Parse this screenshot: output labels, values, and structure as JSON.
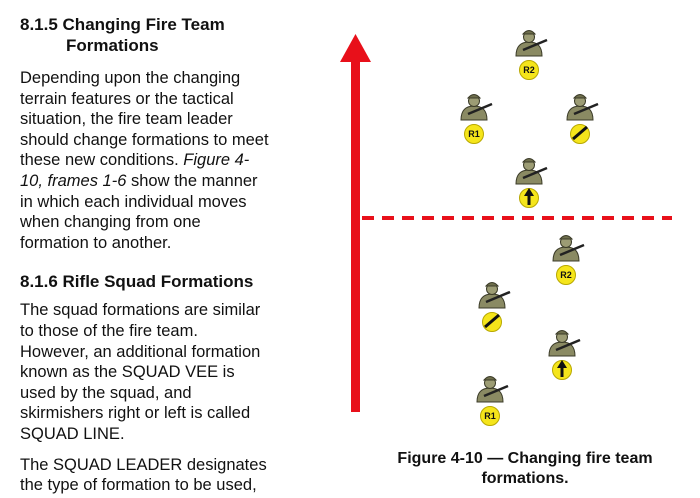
{
  "section1": {
    "heading_lines": [
      "8.1.5 Changing Fire Team",
      "Formations"
    ],
    "para_lines": [
      "Depending upon the changing",
      "terrain features or the tactical",
      "situation, the fire team leader",
      "should change formations to meet",
      "these new conditions. ",
      "10, frames 1-6",
      " show the manner",
      "in which each individual moves",
      "when changing from one",
      "formation to another."
    ],
    "italic_a": "Figure 4-"
  },
  "section2": {
    "heading": "8.1.6 Rifle Squad Formations",
    "para1_lines": [
      "The squad formations are similar",
      "to those of the fire team.",
      "However, an additional formation",
      "known as the SQUAD VEE is",
      "used by the squad, and",
      "skirmishers right or left is called",
      "SQUAD LINE."
    ],
    "para2_lines": [
      "The SQUAD LEADER designates",
      "the type of formation to be used,"
    ]
  },
  "figure": {
    "caption_lines": [
      "Figure 4-10 — Changing fire team",
      "formations."
    ],
    "colors": {
      "arrow": "#e8101a",
      "badge": "#f5e51b"
    },
    "soldiers": [
      {
        "badge": "R2"
      },
      {
        "badge": "R1"
      },
      {
        "badge": "slash"
      },
      {
        "badge": "arrow"
      },
      {
        "badge": "R2"
      },
      {
        "badge": "slash"
      },
      {
        "badge": "arrow"
      },
      {
        "badge": "R1"
      }
    ]
  }
}
